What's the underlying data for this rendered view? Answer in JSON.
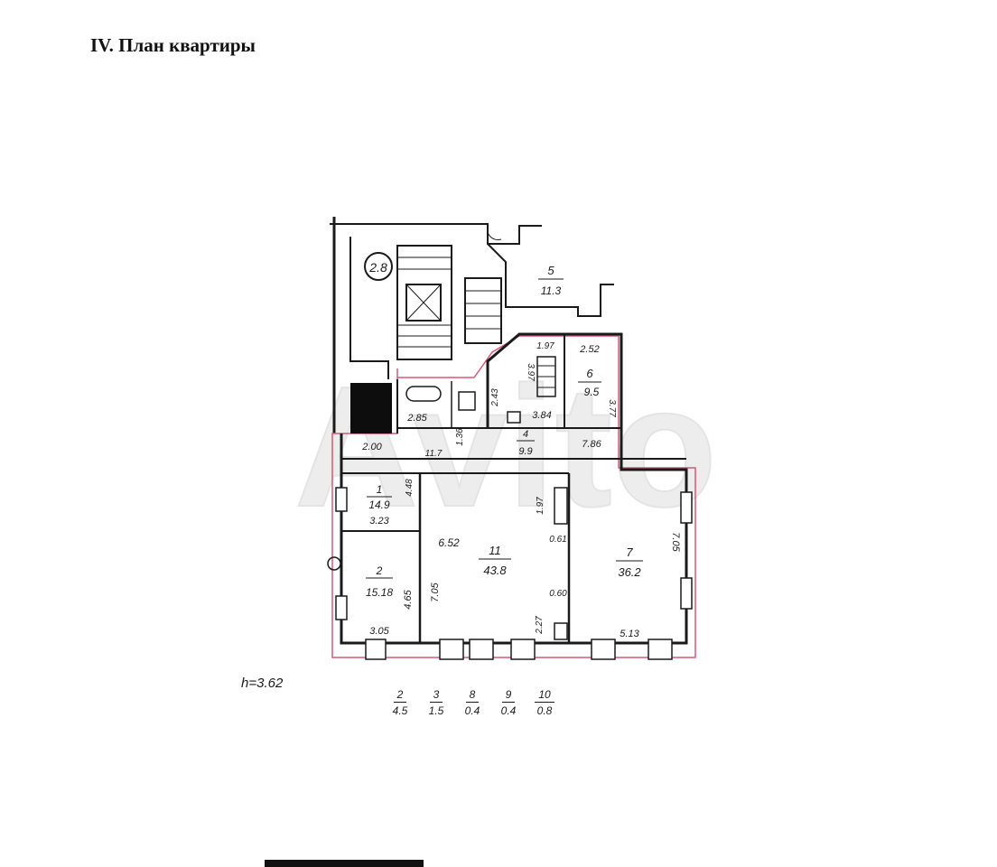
{
  "title": "IV. План квартиры",
  "height_label": "h=3.62",
  "stair_mark": "2.8",
  "rooms": {
    "r5": {
      "num": "5",
      "area": "11.3"
    },
    "r6": {
      "num": "6",
      "area": "9.5",
      "dim_top": "2.52",
      "dim_side": "3.77"
    },
    "kitchen": {
      "dim_top": "1.97",
      "dim_side": "3.97",
      "dim_bottom": "3.84",
      "dim_left": "2.43"
    },
    "corridor": {
      "num": "4",
      "area": "9.9",
      "dim_right": "7.86",
      "dim_left": "11.7"
    },
    "r1": {
      "num": "1",
      "area": "14.9",
      "dim_width": "3.23",
      "dim_side": "4.48"
    },
    "r2": {
      "num": "2",
      "area": "15.18",
      "dim_bottom": "3.05",
      "dim_side": "4.65"
    },
    "r11": {
      "num": "11",
      "area": "43.8",
      "dim_top": "6.52",
      "dim_side": "7.05",
      "dim_closet": "1.97"
    },
    "r7": {
      "num": "7",
      "area": "36.2",
      "dim_bottom": "5.13",
      "dim_side": "7.05"
    },
    "bath": {
      "dim": "2.85",
      "dim_b": "2.00",
      "dim_c": "1.36"
    },
    "small": {
      "d1": "0.61",
      "d2": "0.60",
      "d3": "2.27"
    }
  },
  "legend": [
    {
      "num": "2",
      "area": "4.5"
    },
    {
      "num": "3",
      "area": "1.5"
    },
    {
      "num": "8",
      "area": "0.4"
    },
    {
      "num": "9",
      "area": "0.4"
    },
    {
      "num": "10",
      "area": "0.8"
    }
  ],
  "watermark_text": "Avito",
  "colors": {
    "wall": "#1a1a1a",
    "boundary": "#d45a7a",
    "watermark": "#ececec"
  }
}
